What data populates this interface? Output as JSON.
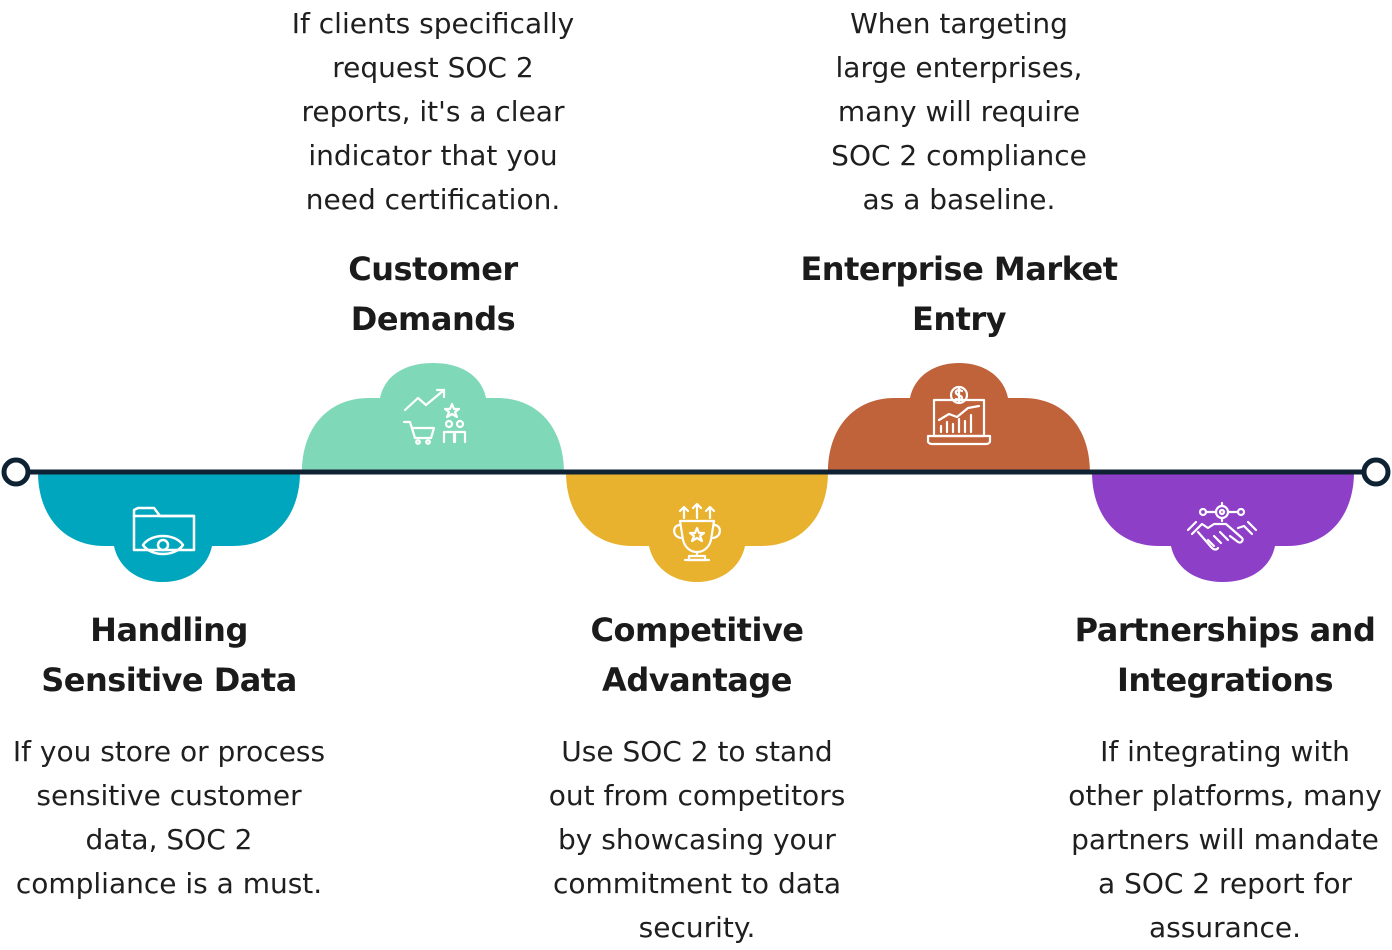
{
  "colors": {
    "line": "#0f2233",
    "handling": "#00a6bd",
    "customer": "#7fd9b8",
    "competitive": "#e8b22e",
    "enterprise": "#c0623a",
    "partnerships": "#8e3fc8",
    "icon": "#ffffff"
  },
  "steps": [
    {
      "id": "handling",
      "title": "Handling Sensitive Data",
      "description": "If you store or process sensitive customer data, SOC 2 compliance is a must.",
      "icon": "folder-eye-icon"
    },
    {
      "id": "customer",
      "title": "Customer Demands",
      "description": "If clients specifically request SOC 2 reports, it's a clear indicator that you need certification.",
      "icon": "growth-cart-people-icon"
    },
    {
      "id": "competitive",
      "title": "Competitive Advantage",
      "description": "Use SOC 2 to stand out from competitors by showcasing your commitment to data security.",
      "icon": "trophy-arrows-icon"
    },
    {
      "id": "enterprise",
      "title": "Enterprise Market Entry",
      "description": "When targeting large enterprises, many will require SOC 2 compliance as a baseline.",
      "icon": "laptop-chart-dollar-icon"
    },
    {
      "id": "partnerships",
      "title": "Partnerships and Integrations",
      "description": "If integrating with other platforms, many partners will mandate a SOC 2 report for assurance.",
      "icon": "handshake-gear-icon"
    }
  ]
}
